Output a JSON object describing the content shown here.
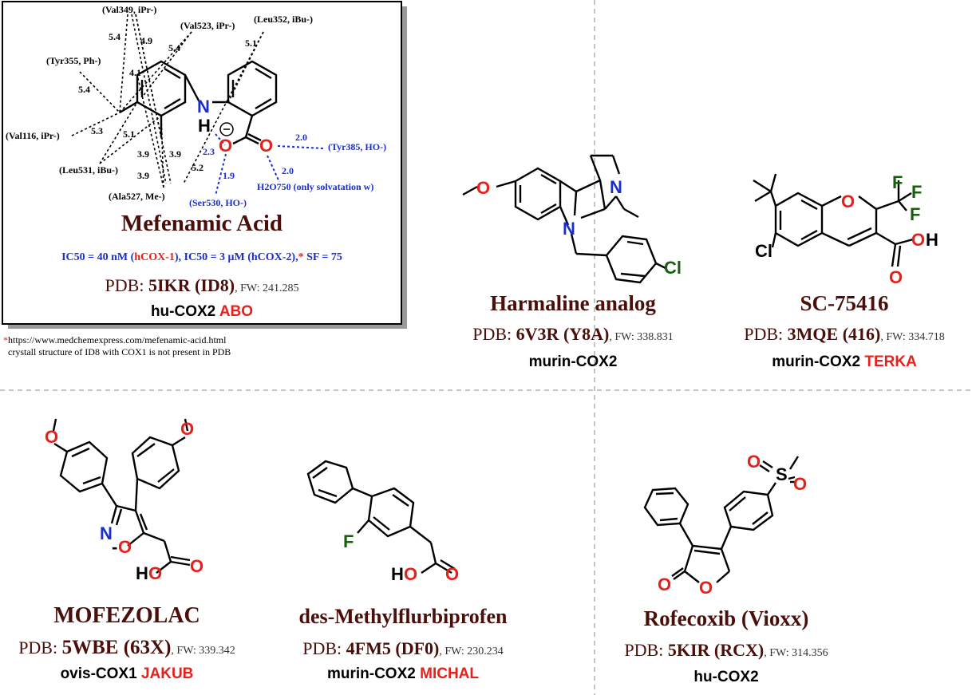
{
  "mefenamic": {
    "name": "Mefenamic Acid",
    "residues": {
      "val349": "(Val349, iPr-)",
      "val523": "(Val523, iPr-)",
      "leu352": "(Leu352, iBu-)",
      "tyr355": "(Tyr355, Ph-)",
      "val116": "(Val116, iPr-)",
      "leu531": "(Leu531, iBu-)",
      "ala527": "(Ala527, Me-)",
      "ser530": "(Ser530, HO-)",
      "tyr385": "(Tyr385, HO-)",
      "water": "H2O750 (only solvatation w)"
    },
    "distances": [
      "5.4",
      "4.9",
      "5.4",
      "5.1",
      "5.4",
      "4.1",
      "5.3",
      "5.1",
      "3.9",
      "3.9",
      "3.9",
      "5.2",
      "2.3",
      "1.9",
      "2.0",
      "2.0"
    ],
    "ic50_line": {
      "part1": "IC50 = 40 nM (",
      "enzyme1": "hCOX-1",
      "part2": "), IC50 = 3 μM (hCOX-2),",
      "star": "*",
      "part3": " SF = 75"
    },
    "pdb_prefix": "PDB: ",
    "pdb_code": "5IKR (ID8)",
    "fw": ", FW: 241.285",
    "organism": "hu-COX2",
    "person": "ABO",
    "footnote_star": "*",
    "footnote1": "https://www.medchemexpress.com/mefenamic-acid.html",
    "footnote2": "crystall structure of ID8 with COX1 is not present in PDB"
  },
  "harmaline": {
    "name": "Harmaline analog",
    "pdb_prefix": "PDB: ",
    "pdb_code": "6V3R (Y8A)",
    "fw": ", FW: 338.831",
    "organism": "murin-COX2",
    "person": ""
  },
  "sc75416": {
    "name": "SC-75416",
    "pdb_prefix": "PDB: ",
    "pdb_code": "3MQE (416)",
    "fw": ", FW: 334.718",
    "organism": "murin-COX2",
    "person": "TERKA"
  },
  "mofezolac": {
    "name": "MOFEZOLAC",
    "pdb_prefix": "PDB: ",
    "pdb_code": "5WBE (63X)",
    "fw": ", FW: 339.342",
    "organism": "ovis-COX1",
    "person": "JAKUB"
  },
  "flurbiprofen": {
    "name": "des-Methylflurbiprofen",
    "pdb_prefix": "PDB: ",
    "pdb_code": "4FM5 (DF0)",
    "fw": ", FW: 230.234",
    "organism": "murin-COX2",
    "person": "MICHAL"
  },
  "rofecoxib": {
    "name": "Rofecoxib (Vioxx)",
    "pdb_prefix": "PDB: ",
    "pdb_code": "5KIR (RCX)",
    "fw": ", FW: 314.356",
    "organism": "hu-COX2",
    "person": ""
  },
  "colors": {
    "title": "#4a0f0a",
    "oxygen": "#e8201c",
    "nitrogen": "#1a2ed0",
    "halogen": "#1a5c12",
    "person": "#e8201c",
    "interaction": "#1a2ed0"
  }
}
